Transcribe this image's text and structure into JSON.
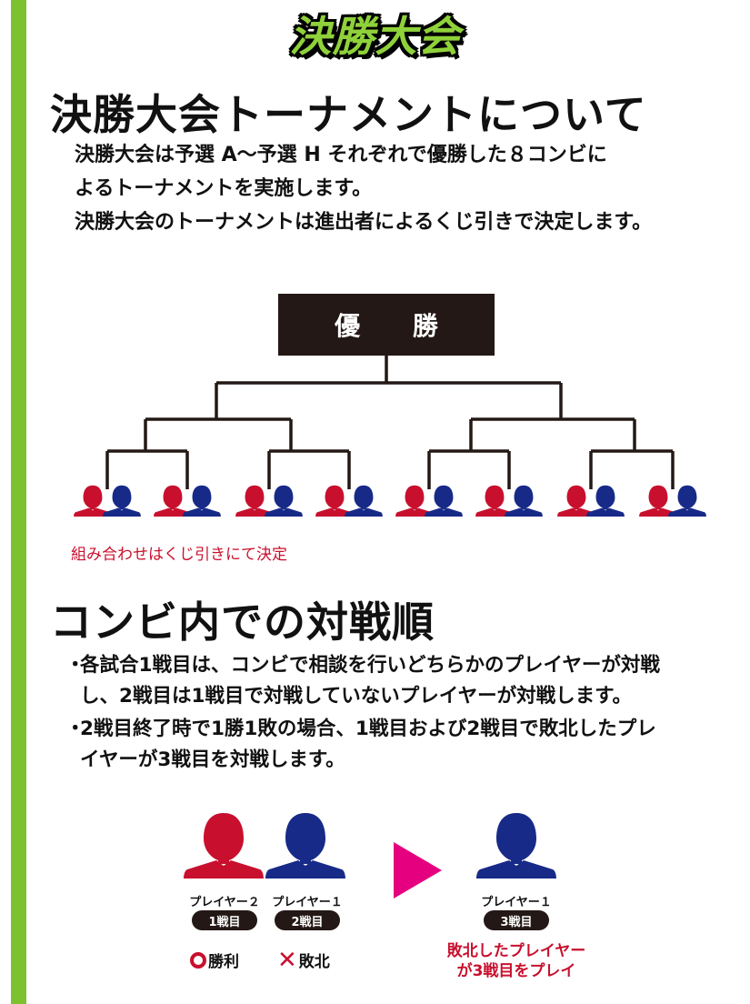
{
  "header": {
    "title": "決勝大会"
  },
  "section1": {
    "heading": "決勝大会トーナメントについて",
    "lines": [
      "決勝大会は予選 A〜予選 H それぞれで優勝した８コンビに",
      "よるトーナメントを実施します。",
      "決勝大会のトーナメントは進出者によるくじ引きで決定します。"
    ]
  },
  "bracket": {
    "champion_label": "優 勝",
    "note": "組み合わせはくじ引きにて決定",
    "colors": {
      "red": "#c8102e",
      "blue": "#172a88",
      "line": "#231815"
    }
  },
  "section2": {
    "heading": "コンビ内での対戦順",
    "bullet1_lines": [
      "各試合1戦目は、コンビで相談を行いどちらかのプレイヤーが対戦",
      "し、2戦目は1戦目で対戦していないプレイヤーが対戦します。"
    ],
    "bullet2_lines": [
      "2戦目終了時で1勝1敗の場合、1戦目および2戦目で敗北したプレ",
      "イヤーが3戦目を対戦します。"
    ],
    "bullet_mark": "・"
  },
  "diagram": {
    "player_a_label": "プレイヤー２",
    "player_b_label": "プレイヤー１",
    "player_c_label": "プレイヤー１",
    "match1": "1戦目",
    "match2": "2戦目",
    "match3": "3戦目",
    "win": "勝利",
    "lose": "敗北",
    "result_line1": "敗北したプレイヤー",
    "result_line2": "が3戦目をプレイ",
    "arrow_color": "#e5007f"
  }
}
